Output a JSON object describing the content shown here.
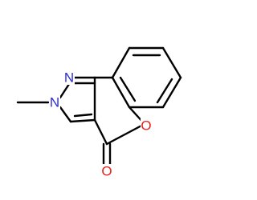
{
  "molecule": {
    "atoms": [
      {
        "id": "N1",
        "element": "N",
        "label": "N",
        "color": "#2b2bd9"
      },
      {
        "id": "N2",
        "element": "N",
        "label": "N",
        "color": "#2b2bd9"
      },
      {
        "id": "O_ring",
        "element": "O",
        "label": "O",
        "color": "#e8201c"
      },
      {
        "id": "O_carbonyl",
        "element": "O",
        "label": "O",
        "color": "#e8201c"
      }
    ],
    "ring_systems": [
      "benzene",
      "pyranone",
      "pyrazole"
    ],
    "substituents": [
      "methyl on N2"
    ]
  }
}
